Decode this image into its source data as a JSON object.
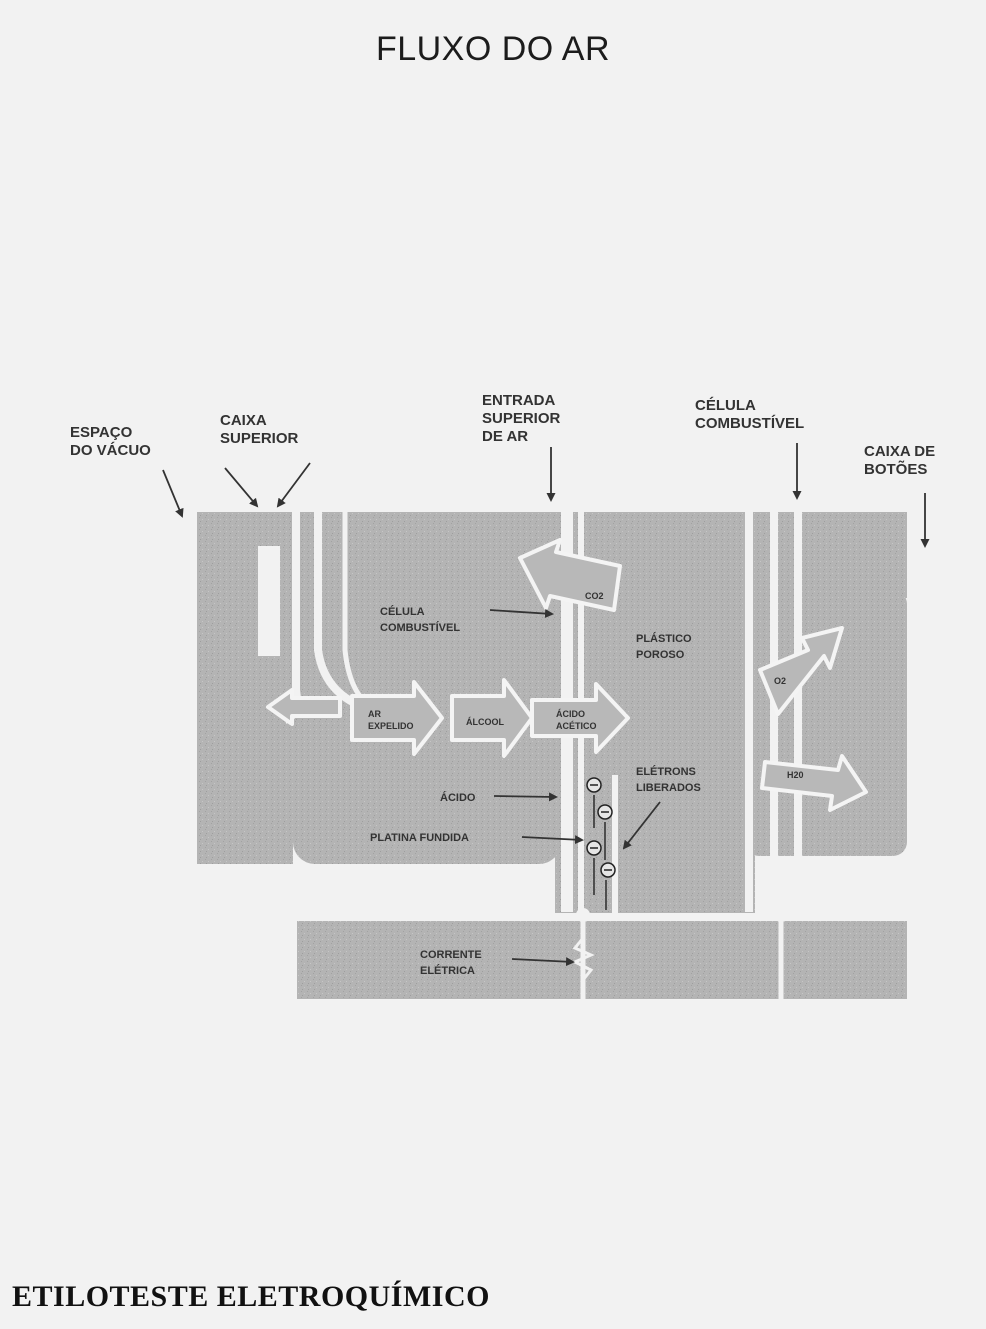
{
  "title": "FLUXO DO AR",
  "caption": "ETILOTESTE ELETROQUÍMICO",
  "colors": {
    "background": "#f2f2f2",
    "device_fill": "#b3b3b3",
    "channel": "#f2f2f2",
    "text": "#333333"
  },
  "labels": {
    "espaco_vacuo": [
      "ESPAÇO",
      "DO VÁCUO"
    ],
    "caixa_superior": [
      "CAIXA",
      "SUPERIOR"
    ],
    "entrada_superior": [
      "ENTRADA",
      "SUPERIOR",
      "DE AR"
    ],
    "celula_combustivel_top": [
      "CÉLULA",
      "COMBUSTÍVEL"
    ],
    "caixa_botoes": [
      "CAIXA DE",
      "BOTÕES"
    ],
    "celula_combustivel_inner": [
      "CÉLULA",
      "COMBUSTÍVEL"
    ],
    "plastico_poroso": [
      "PLÁSTICO",
      "POROSO"
    ],
    "eletrons_liberados": [
      "ELÉTRONS",
      "LIBERADOS"
    ],
    "acido": "ÁCIDO",
    "platina_fundida": "PLATINA FUNDIDA",
    "corrente_eletrica": [
      "CORRENTE",
      "ELÉTRICA"
    ]
  },
  "arrows": {
    "ar_expelido": [
      "AR",
      "EXPELIDO"
    ],
    "alcool": "ÁLCOOL",
    "acido_acetico": [
      "ÁCIDO",
      "ACÉTICO"
    ],
    "co2": "CO2",
    "o2": "O2",
    "h2o": "H20"
  },
  "electron_icon": "electron-circle-icon"
}
